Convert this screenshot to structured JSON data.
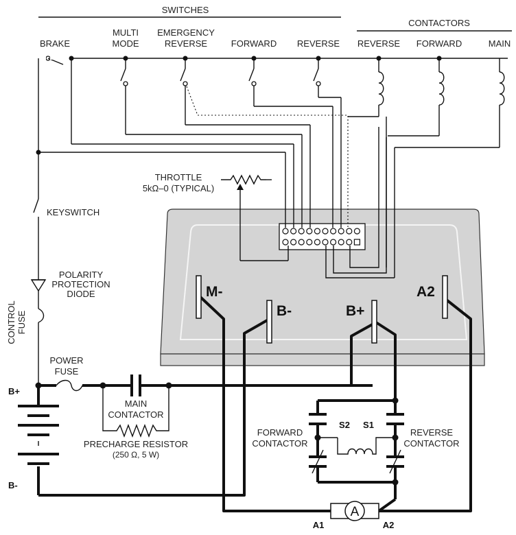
{
  "headers": {
    "switches": "SWITCHES",
    "contactors": "CONTACTORS"
  },
  "switches": {
    "brake": "BRAKE",
    "multi_mode": [
      "MULTI",
      "MODE"
    ],
    "emergency_reverse": [
      "EMERGENCY",
      "REVERSE"
    ],
    "forward": "FORWARD",
    "reverse": "REVERSE"
  },
  "contactors": {
    "reverse": "REVERSE",
    "forward": "FORWARD",
    "main": "MAIN"
  },
  "throttle": {
    "title": "THROTTLE",
    "value": "5kΩ–0  (TYPICAL)"
  },
  "keyswitch": "KEYSWITCH",
  "diode": [
    "POLARITY",
    "PROTECTION",
    "DIODE"
  ],
  "control_fuse": [
    "CONTROL",
    "FUSE"
  ],
  "power_fuse": [
    "POWER",
    "FUSE"
  ],
  "main_contactor": [
    "MAIN",
    "CONTACTOR"
  ],
  "precharge": {
    "name": "PRECHARGE RESISTOR",
    "value": "(250 Ω, 5 W)"
  },
  "controller_terminals": {
    "m_minus": "M-",
    "b_minus": "B-",
    "b_plus": "B+",
    "a2": "A2"
  },
  "battery": {
    "plus": "B+",
    "minus": "B-"
  },
  "field": {
    "s1": "S1",
    "s2": "S2"
  },
  "fwd_contactor": [
    "FORWARD",
    "CONTACTOR"
  ],
  "rev_contactor": [
    "REVERSE",
    "CONTACTOR"
  ],
  "motor": {
    "symbol": "A",
    "a1": "A1",
    "a2": "A2"
  }
}
